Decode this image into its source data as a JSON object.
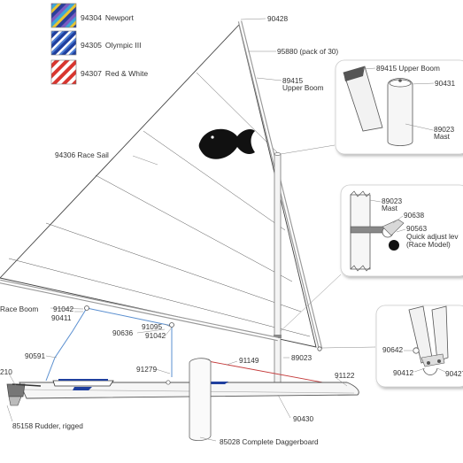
{
  "legend": [
    {
      "code": "94304",
      "name": "Newport",
      "colors": [
        "#2a3f9a",
        "#7a5bc2",
        "#3fa6d8",
        "#e9c531"
      ]
    },
    {
      "code": "94305",
      "name": "Olympic III",
      "colors": [
        "#1f3f9e",
        "#4c7fd6",
        "#ffffff"
      ]
    },
    {
      "code": "94307",
      "name": "Red & White",
      "colors": [
        "#d8362f",
        "#ffffff"
      ]
    }
  ],
  "labels": {
    "p90428": "90428",
    "p95880": "95880 (pack of 30)",
    "p89415_num": "89415",
    "p89415_name": "Upper Boom",
    "p94306": "94306 Race Sail",
    "race_boom": "Race Boom",
    "p91042_a": "91042",
    "p90411": "90411",
    "p90636": "90636",
    "p91095": "91095",
    "p91042_b": "91042",
    "p90591": "90591",
    "p91279": "91279",
    "p91149": "91149",
    "p89023": "89023",
    "p91122": "91122",
    "p90430": "90430",
    "p210": "210",
    "p85158": "85158 Rudder, rigged",
    "p85028": "85028 Complete Daggerboard"
  },
  "inset_top": {
    "boom": "89415  Upper Boom",
    "p90431": "90431",
    "mast_num": "89023",
    "mast_name": "Mast"
  },
  "inset_mid": {
    "mast_num": "89023",
    "mast_name": "Mast",
    "p90638": "90638",
    "p90563": "90563",
    "lever_line1": "Quick adjust lev",
    "lever_line2": "(Race Model)"
  },
  "inset_bot": {
    "p90642": "90642",
    "p90412": "90412",
    "p90427": "90427"
  }
}
